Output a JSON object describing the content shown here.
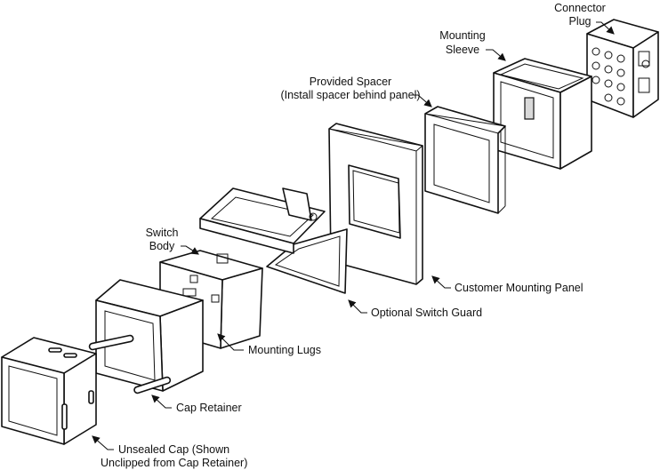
{
  "labels": {
    "connector_plug": [
      "Connector",
      "Plug"
    ],
    "mounting_sleeve": [
      "Mounting",
      "Sleeve"
    ],
    "provided_spacer": [
      "Provided Spacer",
      "(Install spacer behind panel)"
    ],
    "switch_body": [
      "Switch",
      "Body"
    ],
    "customer_mounting_panel": "Customer Mounting Panel",
    "optional_switch_guard": "Optional Switch Guard",
    "mounting_lugs": "Mounting Lugs",
    "cap_retainer": "Cap Retainer",
    "unsealed_cap": [
      "Unsealed Cap (Shown",
      "Unclipped from Cap Retainer)"
    ]
  },
  "colors": {
    "line": "#111111",
    "background": "#ffffff"
  }
}
